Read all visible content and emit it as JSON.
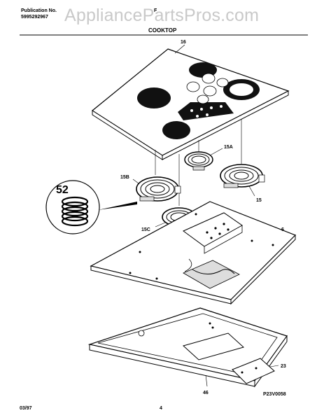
{
  "header": {
    "publication_label": "Publication No.",
    "publication_number": "5995292967",
    "model": "F",
    "section_title": "COOKTOP",
    "watermark": "AppliancePartsPros.com"
  },
  "callouts": {
    "top": "16",
    "element_15a": "15A",
    "element_15b": "15B",
    "element_15": "15",
    "element_15c": "15C",
    "insulation": "6",
    "spring_ring": "52",
    "bracket": "23",
    "chassis": "46",
    "diagram_code": "P23V0058"
  },
  "footer": {
    "date": "03/97",
    "page": "4"
  },
  "colors": {
    "line": "#000000",
    "burner_fill": "#111111",
    "shade": "#dddddd"
  }
}
